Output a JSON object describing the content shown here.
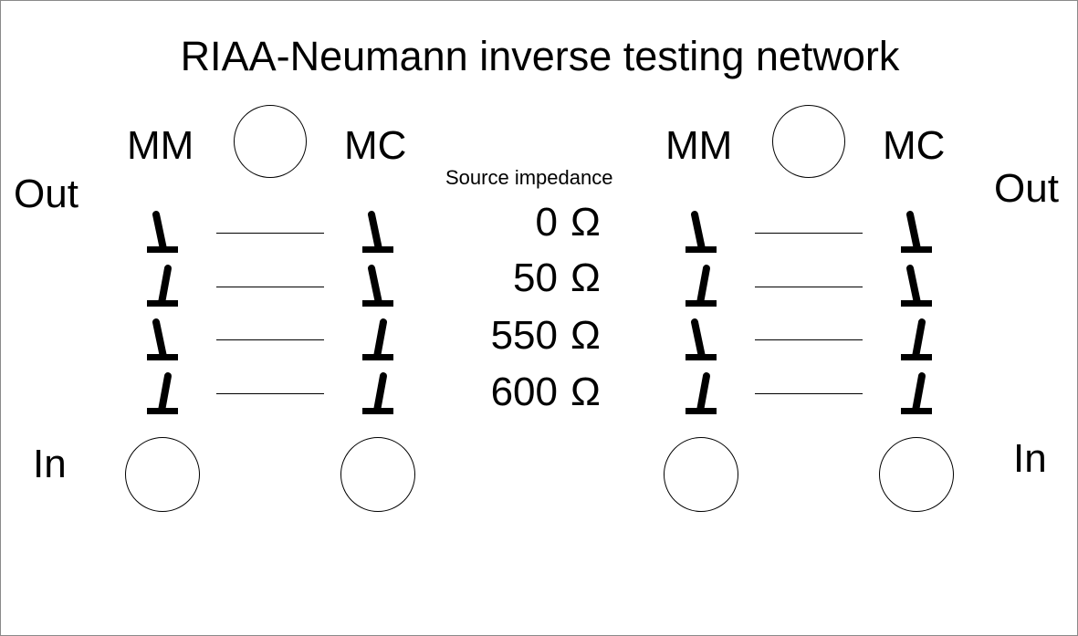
{
  "title": "RIAA-Neumann inverse testing network",
  "source_impedance_label": "Source impedance",
  "impedances": [
    "0",
    "50",
    "550",
    "600"
  ],
  "ohm_symbol": "Ω",
  "channels": [
    {
      "mm_label": "MM",
      "mc_label": "MC",
      "out_label": "Out",
      "in_label": "In",
      "mm_switches": [
        "left",
        "right",
        "left",
        "right"
      ],
      "mc_switches": [
        "left",
        "left",
        "right",
        "right"
      ]
    },
    {
      "mm_label": "MM",
      "mc_label": "MC",
      "out_label": "Out",
      "in_label": "In",
      "mm_switches": [
        "left",
        "right",
        "left",
        "right"
      ],
      "mc_switches": [
        "left",
        "left",
        "right",
        "right"
      ]
    }
  ],
  "colors": {
    "line": "#000000",
    "border": "#8a8a8a",
    "background": "#ffffff"
  }
}
